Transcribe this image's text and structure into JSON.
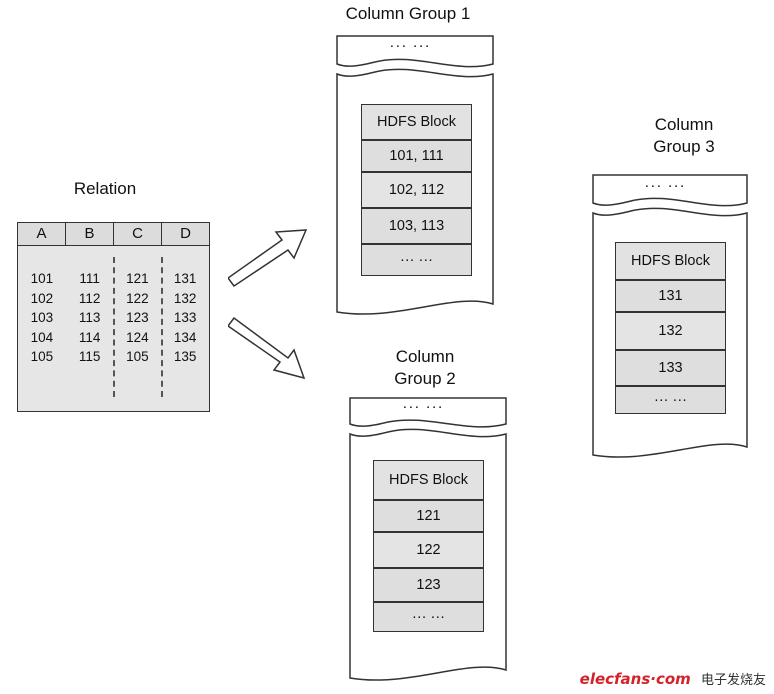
{
  "relation": {
    "title": "Relation",
    "headers": [
      "A",
      "B",
      "C",
      "D"
    ],
    "columns": [
      [
        "101",
        "102",
        "103",
        "104",
        "105"
      ],
      [
        "111",
        "112",
        "113",
        "114",
        "115"
      ],
      [
        "121",
        "122",
        "123",
        "124",
        "105"
      ],
      [
        "131",
        "132",
        "133",
        "134",
        "135"
      ]
    ]
  },
  "groups": [
    {
      "title_line1": "Column Group 1",
      "title_line2": "",
      "top_dots": "··· ···",
      "block_header": "HDFS Block",
      "cells": [
        "101, 111",
        "102, 112",
        "103, 113"
      ],
      "bottom_dots": "··· ···"
    },
    {
      "title_line1": "Column",
      "title_line2": "Group 2",
      "top_dots": "··· ···",
      "block_header": "HDFS Block",
      "cells": [
        "121",
        "122",
        "123"
      ],
      "bottom_dots": "··· ···"
    },
    {
      "title_line1": "Column",
      "title_line2": "Group 3",
      "top_dots": "··· ···",
      "block_header": "HDFS Block",
      "cells": [
        "131",
        "132",
        "133"
      ],
      "bottom_dots": "··· ···"
    }
  ],
  "watermark": {
    "brand": "elecfans·com",
    "cn": "电子发烧友"
  }
}
